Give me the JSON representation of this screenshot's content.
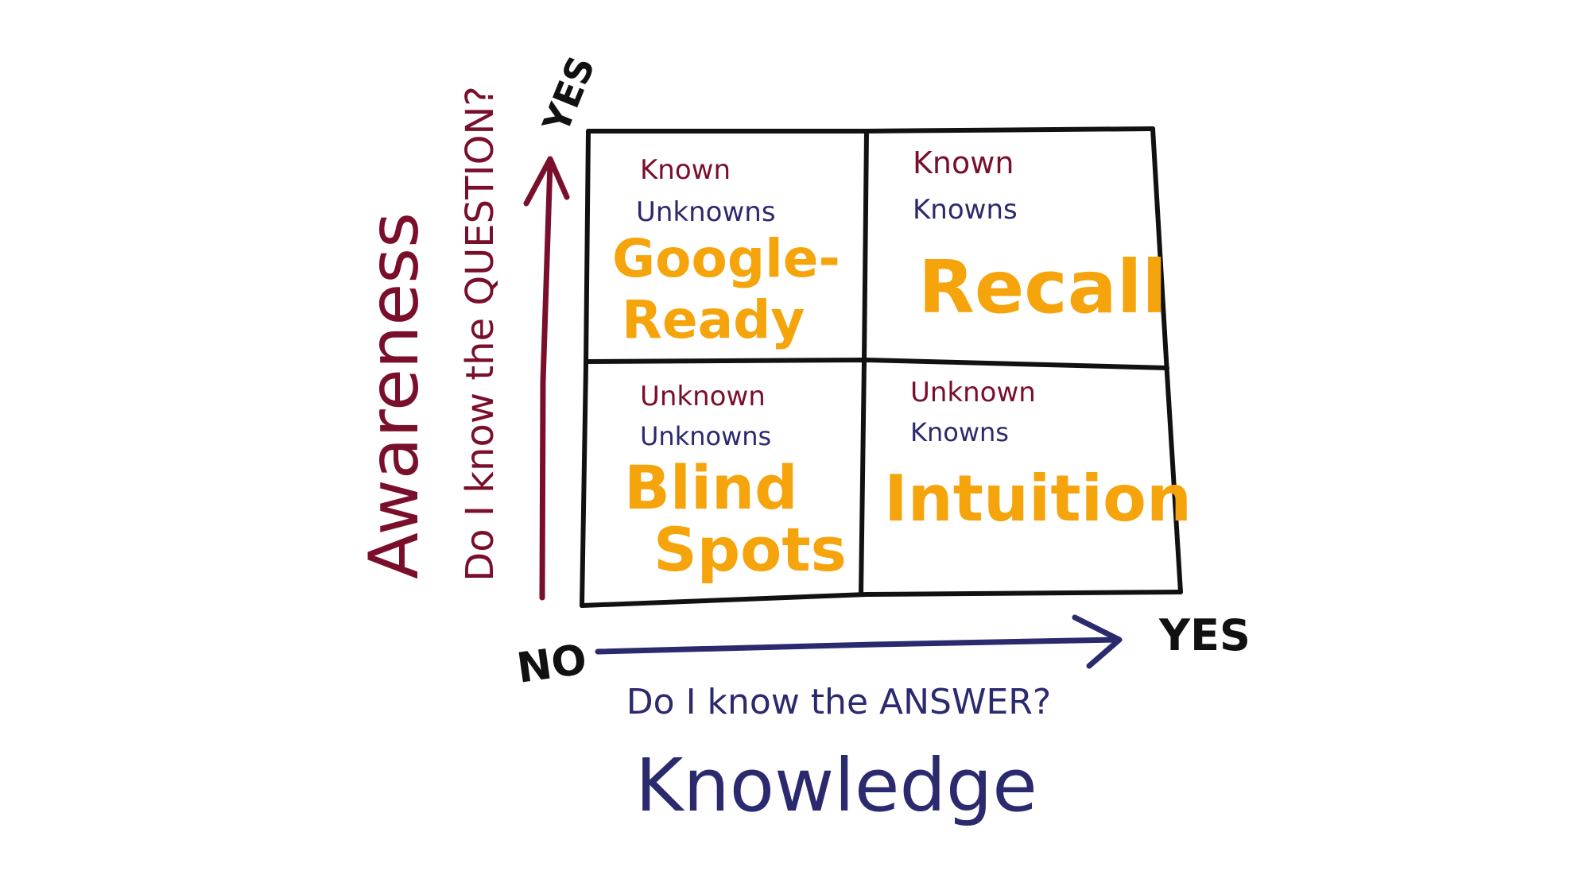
{
  "colors": {
    "awareness": "#7a0f2b",
    "knowledge": "#2b2a6e",
    "quadrant_title": "#f5a40c",
    "ink": "#111111",
    "background": "#ffffff"
  },
  "y_axis": {
    "title": "Awareness",
    "question": "Do I know the QUESTION?",
    "end_label": "YES"
  },
  "x_axis": {
    "title": "Knowledge",
    "question": "Do I know the ANSWER?",
    "end_label": "YES"
  },
  "origin_label": "NO",
  "quadrants": {
    "top_left": {
      "line1": "Known",
      "line2": "Unknowns",
      "title1": "Google-",
      "title2": "Ready"
    },
    "top_right": {
      "line1": "Known",
      "line2": "Knowns",
      "title1": "Recall"
    },
    "bottom_left": {
      "line1": "Unknown",
      "line2": "Unknowns",
      "title1": "Blind",
      "title2": "Spots"
    },
    "bottom_right": {
      "line1": "Unknown",
      "line2": "Knowns",
      "title1": "Intuition"
    }
  }
}
